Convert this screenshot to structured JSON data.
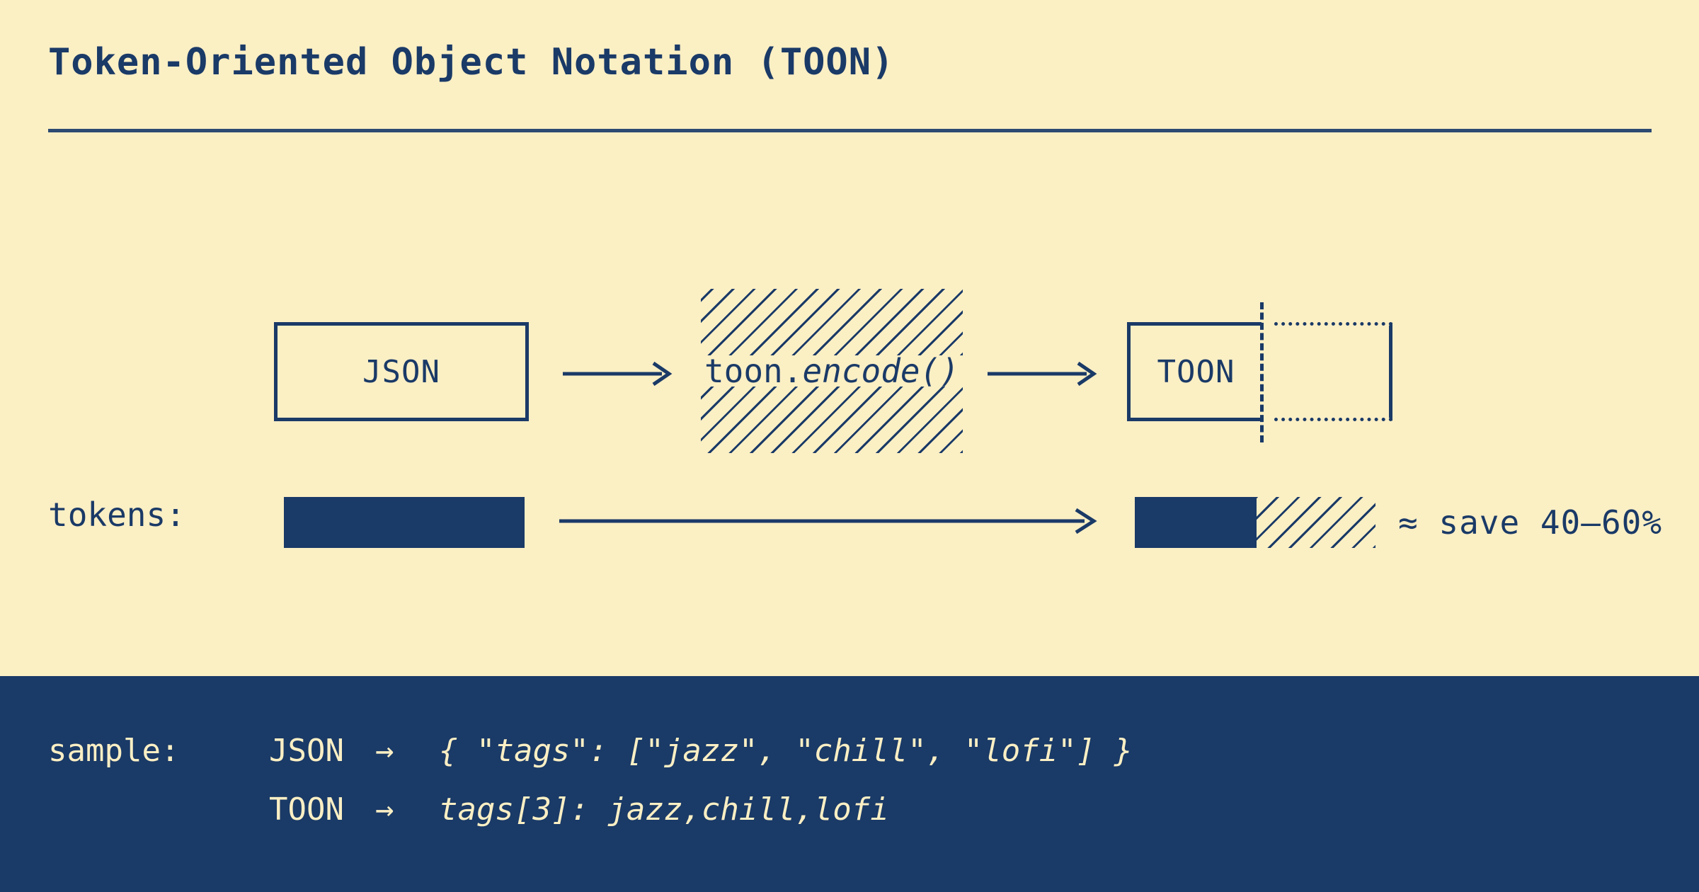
{
  "theme": {
    "background": "#FBEFC4",
    "ink": "#1A3A67",
    "panel_bg": "#1A3A67",
    "panel_ink": "#FBEFC4"
  },
  "header": {
    "title": "Token-Oriented Object Notation (TOON)"
  },
  "pipeline": {
    "source_label": "JSON",
    "transform_prefix": "toon.",
    "transform_suffix": "encode()",
    "target_label": "TOON",
    "arrow_glyph": "→"
  },
  "tokens": {
    "row_label": "tokens:",
    "savings_note": "≈ save 40–60%",
    "json_bar_pct": 100,
    "toon_solid_pct": 50,
    "toon_hatch_pct": 50
  },
  "sample": {
    "label": "sample:",
    "rows": [
      {
        "kind": "JSON",
        "arrow": "→",
        "code": "{ \"tags\": [\"jazz\", \"chill\", \"lofi\"] }"
      },
      {
        "kind": "TOON",
        "arrow": "→",
        "code": "tags[3]: jazz,chill,lofi"
      }
    ]
  }
}
